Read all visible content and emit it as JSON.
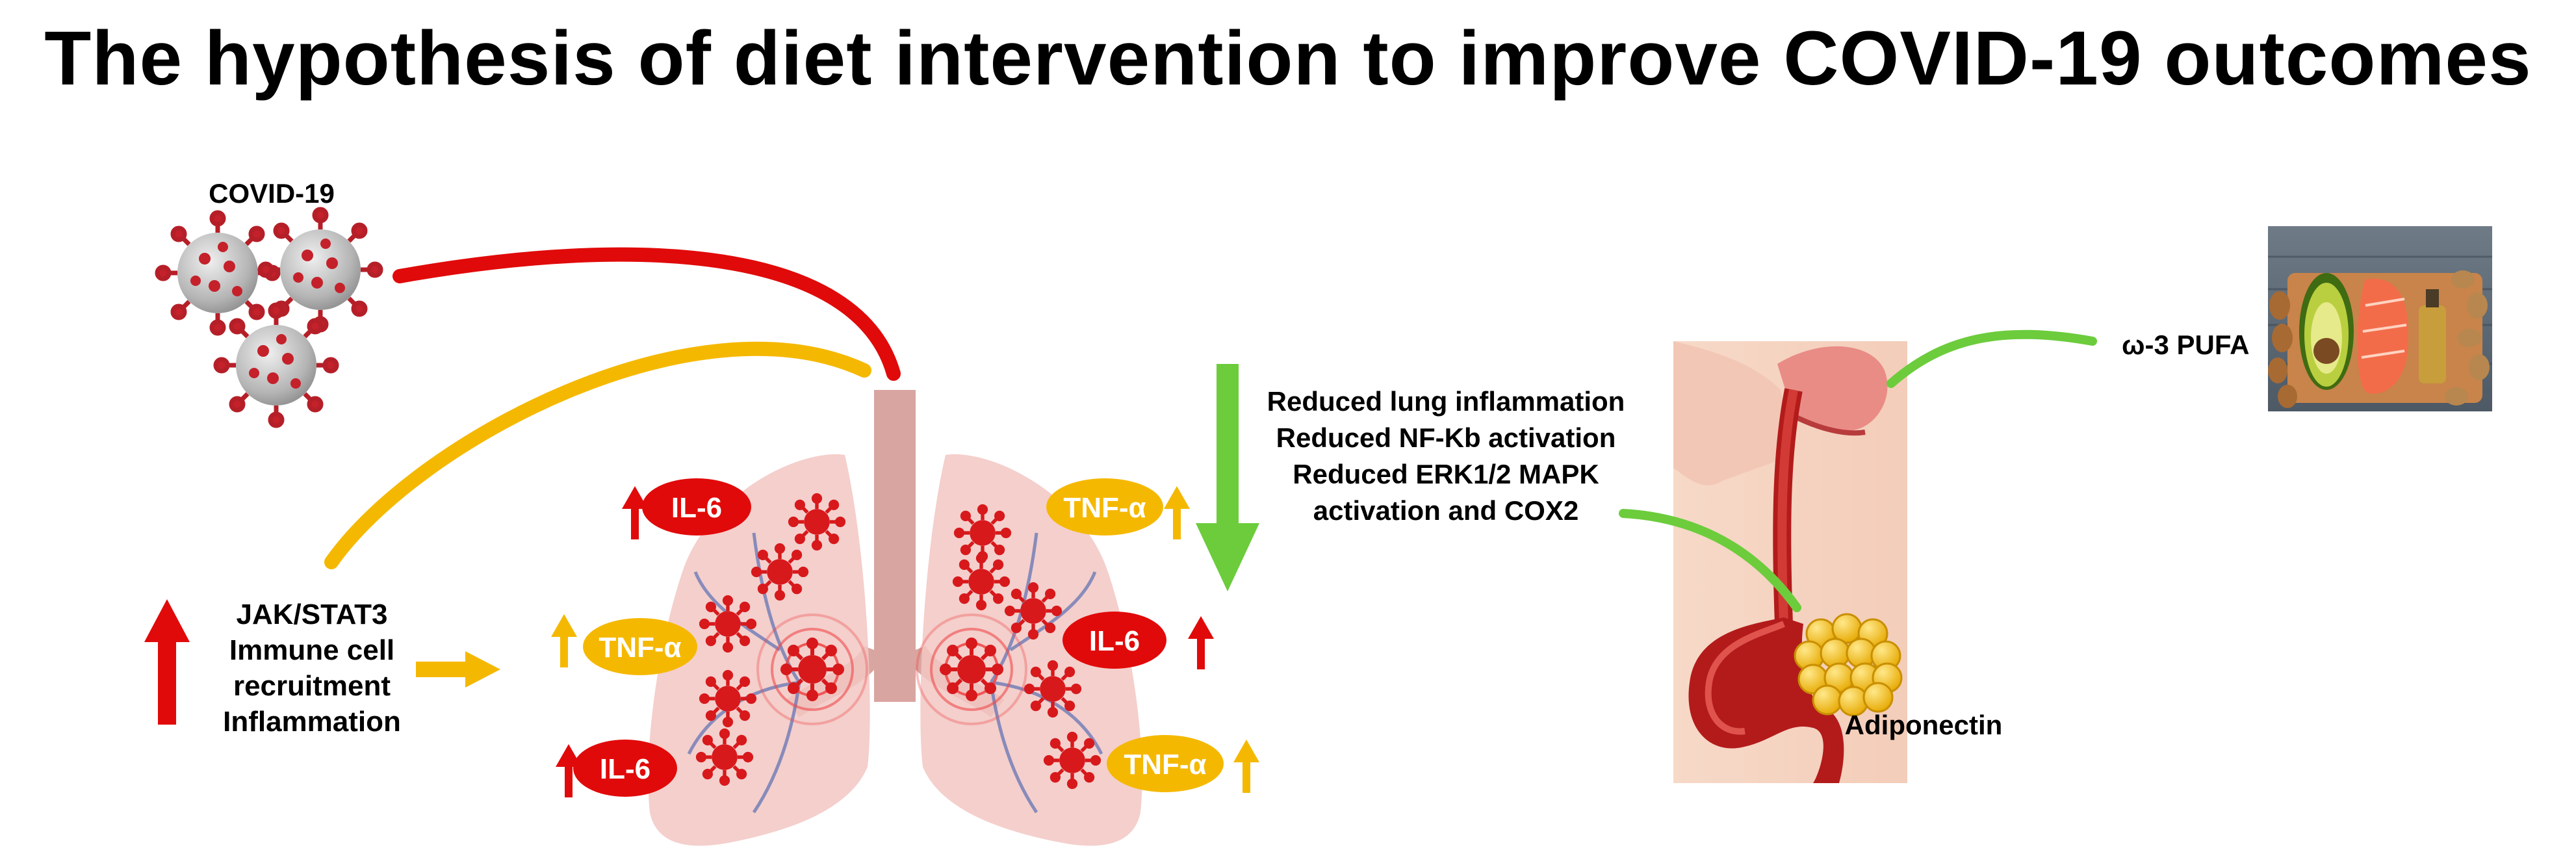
{
  "title": "The hypothesis of diet intervention to improve COVID-19 outcomes",
  "virus_label": "COVID-19",
  "left_effects": [
    "JAK/STAT3",
    "Immune cell",
    "recruitment",
    "Inflammation"
  ],
  "cytokines": {
    "il6": "IL-6",
    "tnf": "TNF-α"
  },
  "outcome_lines": [
    "Reduced lung inflammation",
    "Reduced NF-Kb activation",
    "Reduced ERK1/2 MAPK",
    "activation and COX2"
  ],
  "adiponectin_label": "Adiponectin",
  "pufa_label": "ω-3 PUFA",
  "colors": {
    "red": "#e10a0a",
    "yellow": "#f5b800",
    "green": "#6ccc3c",
    "lung": "#f2c7c3",
    "trachea": "#d9a5a0",
    "virus": "#c9c9c9",
    "virus_spike": "#c4212b"
  },
  "icons": [
    "virus-icon",
    "lungs-icon",
    "digestive-system-icon",
    "adiponectin-cluster-icon",
    "food-photo-icon"
  ]
}
